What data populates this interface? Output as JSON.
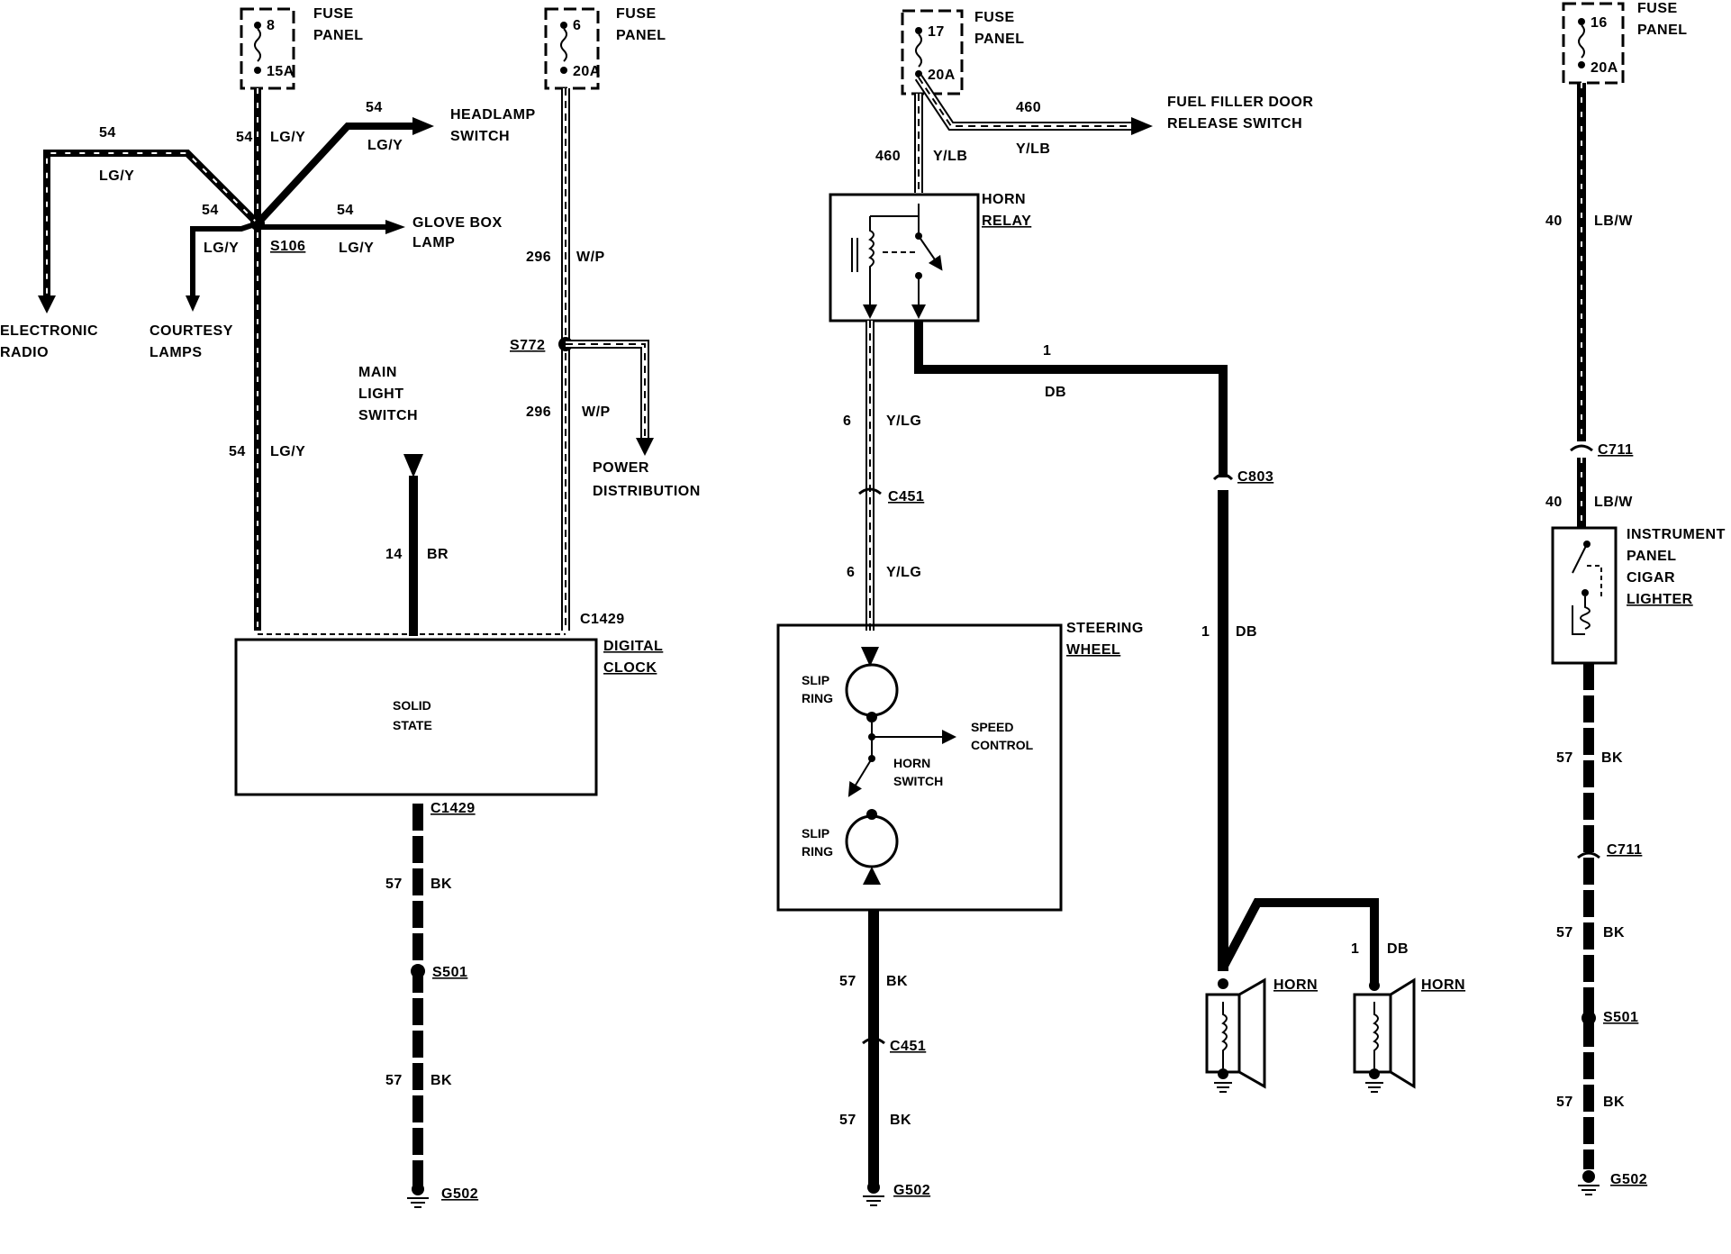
{
  "fuse_panel_label": [
    "FUSE",
    "PANEL"
  ],
  "clock_circuit": {
    "fuse_number": "8",
    "fuse_rating": "15A",
    "splice": "S106",
    "wire_number": "54",
    "wire_color": "LG/Y",
    "destinations": {
      "electronic_radio": [
        "ELECTRONIC",
        "RADIO"
      ],
      "courtesy_lamps": [
        "COURTESY",
        "LAMPS"
      ],
      "headlamp_switch": [
        "HEADLAMP",
        "SWITCH"
      ],
      "glove_box_lamp": [
        "GLOVE BOX",
        "LAMP"
      ]
    },
    "main_light_switch": [
      "MAIN",
      "LIGHT",
      "SWITCH"
    ],
    "br_wire_number": "14",
    "br_wire_color": "BR",
    "fuse6_number": "6",
    "fuse6_rating": "20A",
    "wp_wire_number": "296",
    "wp_wire_color": "W/P",
    "splice_s772": "S772",
    "power_distribution": [
      "POWER",
      "DISTRIBUTION"
    ],
    "connector_top": "C1429",
    "connector_bottom": "C1429",
    "module_label": [
      "DIGITAL",
      "CLOCK"
    ],
    "module_inner": [
      "SOLID",
      "STATE"
    ],
    "ground_wire_number": "57",
    "ground_wire_color": "BK",
    "ground_splice": "S501",
    "ground": "G502"
  },
  "horn_circuit": {
    "fuse_number": "17",
    "fuse_rating": "20A",
    "fuel_wire_number": "460",
    "fuel_wire_color": "Y/LB",
    "fuel_filler_door": [
      "FUEL FILLER DOOR",
      "RELEASE SWITCH"
    ],
    "relay_label": [
      "HORN",
      "RELAY"
    ],
    "relay_out_number": "1",
    "relay_out_color": "DB",
    "yl_wire_number": "6",
    "yl_wire_color": "Y/LG",
    "connector_c451": "C451",
    "connector_c803": "C803",
    "steering_wheel_label": [
      "STEERING",
      "WHEEL"
    ],
    "slip_ring": [
      "SLIP",
      "RING"
    ],
    "speed_control": [
      "SPEED",
      "CONTROL"
    ],
    "horn_switch": [
      "HORN",
      "SWITCH"
    ],
    "horn_label": "HORN",
    "ground_wire_number": "57",
    "ground_wire_color": "BK",
    "ground": "G502"
  },
  "lighter_circuit": {
    "fuse_number": "16",
    "fuse_rating": "20A",
    "wire_number": "40",
    "wire_color": "LB/W",
    "connector": "C711",
    "lighter_label": [
      "INSTRUMENT",
      "PANEL",
      "CIGAR",
      "LIGHTER"
    ],
    "ground_wire_number": "57",
    "ground_wire_color": "BK",
    "ground_splice": "S501",
    "ground": "G502"
  }
}
